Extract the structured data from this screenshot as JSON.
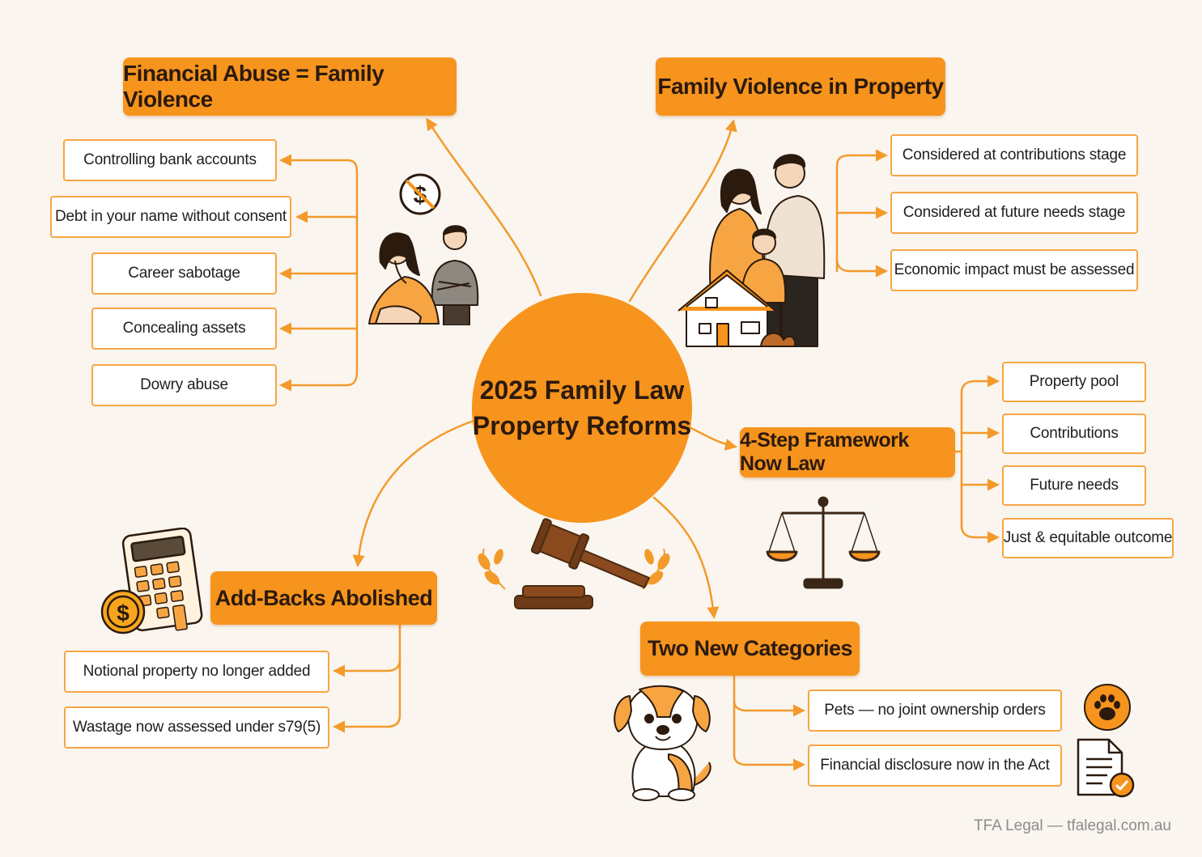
{
  "center": {
    "line1": "2025 Family Law",
    "line2": "Property Reforms"
  },
  "branches": {
    "financial_abuse": {
      "title": "Financial Abuse = Family Violence",
      "items": [
        "Controlling bank accounts",
        "Debt in your name without consent",
        "Career sabotage",
        "Concealing assets",
        "Dowry abuse"
      ]
    },
    "family_violence": {
      "title": "Family Violence in Property",
      "items": [
        "Considered at contributions stage",
        "Considered at future needs stage",
        "Economic impact must be assessed"
      ]
    },
    "framework": {
      "title": "4-Step Framework Now Law",
      "items": [
        "Property pool",
        "Contributions",
        "Future needs",
        "Just & equitable outcome"
      ]
    },
    "add_backs": {
      "title": "Add-Backs Abolished",
      "items": [
        "Notional property no longer added",
        "Wastage now assessed under s79(5)"
      ]
    },
    "categories": {
      "title": "Two New Categories",
      "items": [
        "Pets — no joint ownership orders",
        "Financial disclosure now in the Act"
      ]
    }
  },
  "footer": "TFA Legal — tfalegal.com.au",
  "colors": {
    "accent": "#f7941d",
    "background": "#faf5ef",
    "connector": "#f39a2b",
    "dark": "#6e3b18"
  },
  "illustrations": [
    "distressed-couple",
    "no-money-icon",
    "family-home",
    "gavel-icon",
    "scales-icon",
    "calculator-coin",
    "puppy",
    "paw-icon",
    "document-check-icon"
  ]
}
